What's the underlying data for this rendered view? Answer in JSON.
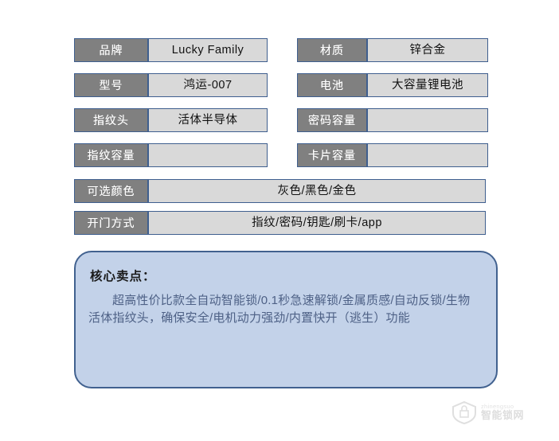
{
  "spec_table": {
    "rows": [
      {
        "id": "brand",
        "layout": "two-column",
        "left": {
          "label": "品牌",
          "value": "Lucky Family"
        },
        "right": {
          "label": "材质",
          "value": "锌合金"
        }
      },
      {
        "id": "model",
        "layout": "two-column",
        "left": {
          "label": "型号",
          "value": "鸿运-007"
        },
        "right": {
          "label": "电池",
          "value": "大容量锂电池"
        }
      },
      {
        "id": "fingerprint-sensor",
        "layout": "two-column",
        "left": {
          "label": "指纹头",
          "value": "活体半导体"
        },
        "right": {
          "label": "密码容量",
          "value": ""
        }
      },
      {
        "id": "capacity",
        "layout": "two-column",
        "left": {
          "label": "指纹容量",
          "value": ""
        },
        "right": {
          "label": "卡片容量",
          "value": ""
        }
      },
      {
        "id": "colors",
        "layout": "full-width",
        "left": {
          "label": "可选颜色",
          "value": "灰色/黑色/金色"
        }
      },
      {
        "id": "unlock-methods",
        "layout": "full-width",
        "left": {
          "label": "开门方式",
          "value": "指纹/密码/钥匙/刷卡/app"
        }
      }
    ]
  },
  "selling_points": {
    "title": "核心卖点：",
    "body": "超高性价比款全自动智能锁/0.1秒急速解锁/金属质感/自动反锁/生物活体指纹头，确保安全/电机动力强劲/内置快开（逃生）功能"
  },
  "watermark": {
    "icon": "lock-shield-icon",
    "top_text": "zhinengsuo",
    "main_text": "智能锁网"
  },
  "colors": {
    "label_bg": "#808080",
    "label_text": "#ffffff",
    "value_bg": "#d9d9d9",
    "value_text": "#111111",
    "cell_border": "#3f5f8f",
    "sell_box_bg": "#c3d2e9",
    "sell_box_border": "#41618f",
    "sell_title_text": "#1a1a1a",
    "sell_body_text": "#4e6186",
    "page_bg": "#ffffff"
  }
}
